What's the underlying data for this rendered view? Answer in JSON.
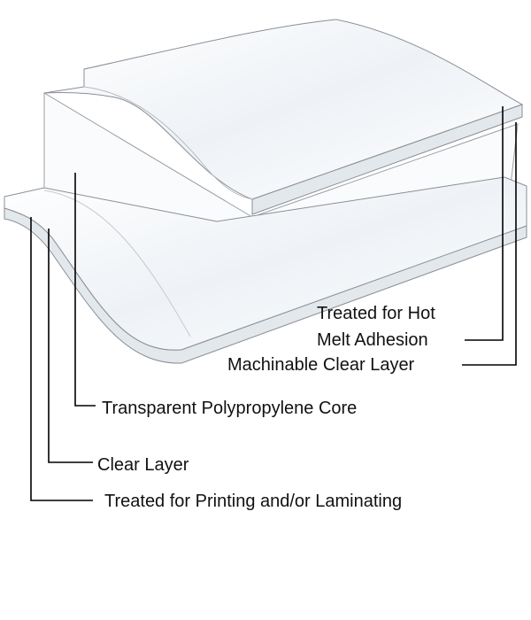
{
  "labels": {
    "hot_melt_line1": "Treated for Hot",
    "hot_melt_line2": "Melt Adhesion",
    "machinable": "Machinable Clear Layer",
    "core": "Transparent Polypropylene Core",
    "clear_layer": "Clear Layer",
    "printing": "Treated for Printing and/or Laminating"
  },
  "colors": {
    "outline": "#8a8f96",
    "face": "#f2f5f8",
    "edge": "#dfe5ea",
    "leader": "#000000"
  }
}
